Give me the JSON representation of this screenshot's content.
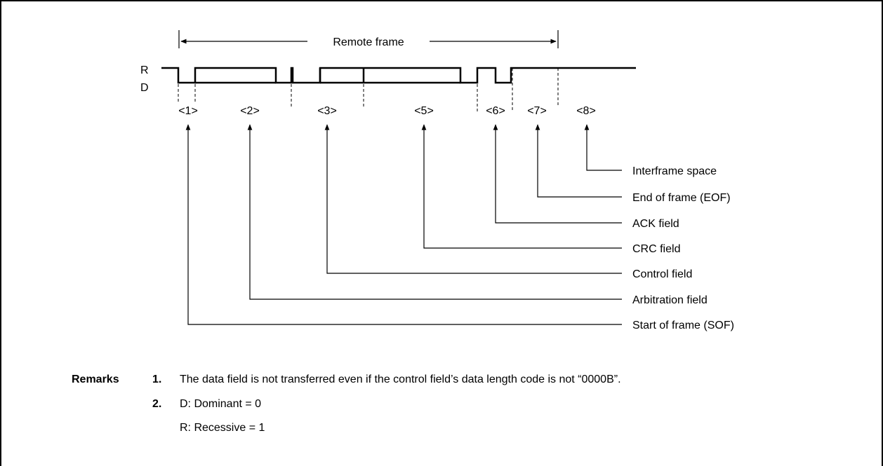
{
  "title": "Remote frame",
  "levels": {
    "recessive": "R",
    "dominant": "D"
  },
  "fields": [
    {
      "marker": "<1>",
      "label": "Start of frame (SOF)"
    },
    {
      "marker": "<2>",
      "label": "Arbitration field"
    },
    {
      "marker": "<3>",
      "label": "Control field"
    },
    {
      "marker": "<5>",
      "label": "CRC field"
    },
    {
      "marker": "<6>",
      "label": "ACK field"
    },
    {
      "marker": "<7>",
      "label": "End of frame (EOF)"
    },
    {
      "marker": "<8>",
      "label": "Interframe space"
    }
  ],
  "remarks": {
    "heading": "Remarks",
    "items": [
      {
        "number": "1.",
        "text": "The data field is not transferred even if the control field’s data length code is not “0000B”."
      },
      {
        "number": "2.",
        "text": "D: Dominant = 0"
      },
      {
        "number": "",
        "text": "R: Recessive = 1"
      }
    ]
  }
}
